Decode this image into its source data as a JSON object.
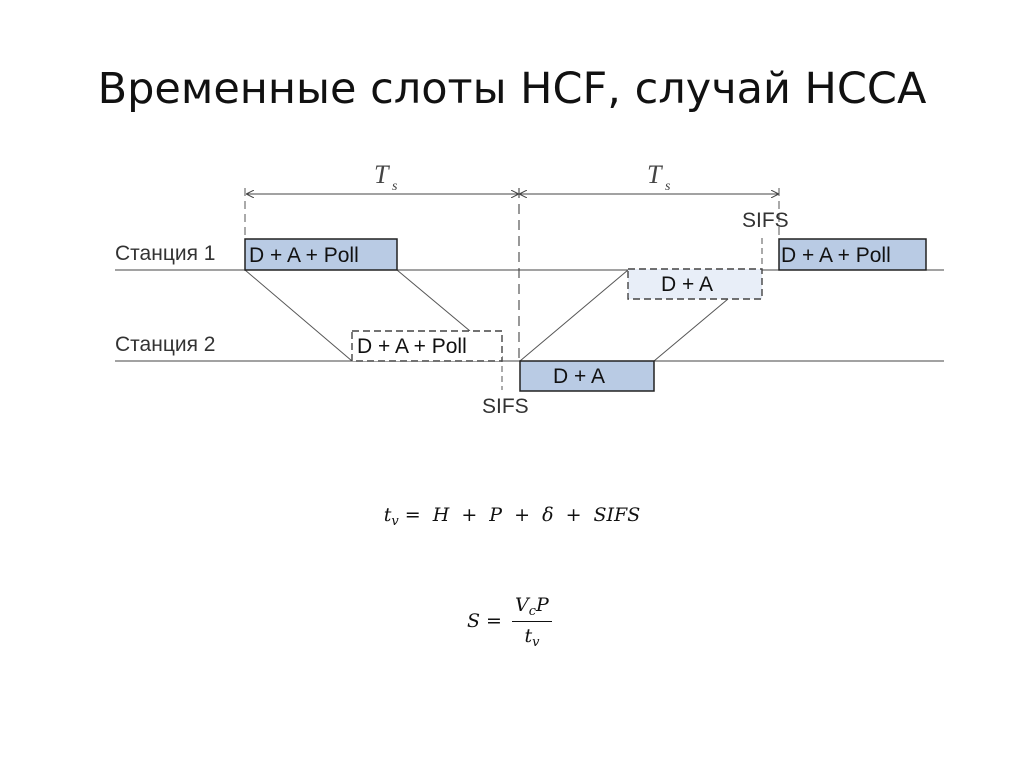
{
  "title": "Временные слоты HCF, случай HCCA",
  "diagram": {
    "station_1_label": "Станция 1",
    "station_2_label": "Станция 2",
    "ts_label": "T",
    "ts_sub": "s",
    "sifs_label": "SIFS",
    "frames": {
      "s1_poll_1": "D + A + Poll",
      "s1_ack": "D + A",
      "s1_poll_2": "D + A + Poll",
      "s2_poll_rx": "D + A + Poll",
      "s2_data": "D + A"
    },
    "colors": {
      "frame_fill": "#b9cbe4",
      "frame_fill_light": "#e8eef8",
      "line": "#444444"
    }
  },
  "formulas": {
    "f1": {
      "t": "t",
      "t_sub": "v",
      "rhs": "= H + P + δ + SIFS"
    },
    "f2": {
      "lhs": "S =",
      "num_v": "V",
      "num_v_sub": "c",
      "num_p": "P",
      "den_t": "t",
      "den_t_sub": "v"
    }
  }
}
